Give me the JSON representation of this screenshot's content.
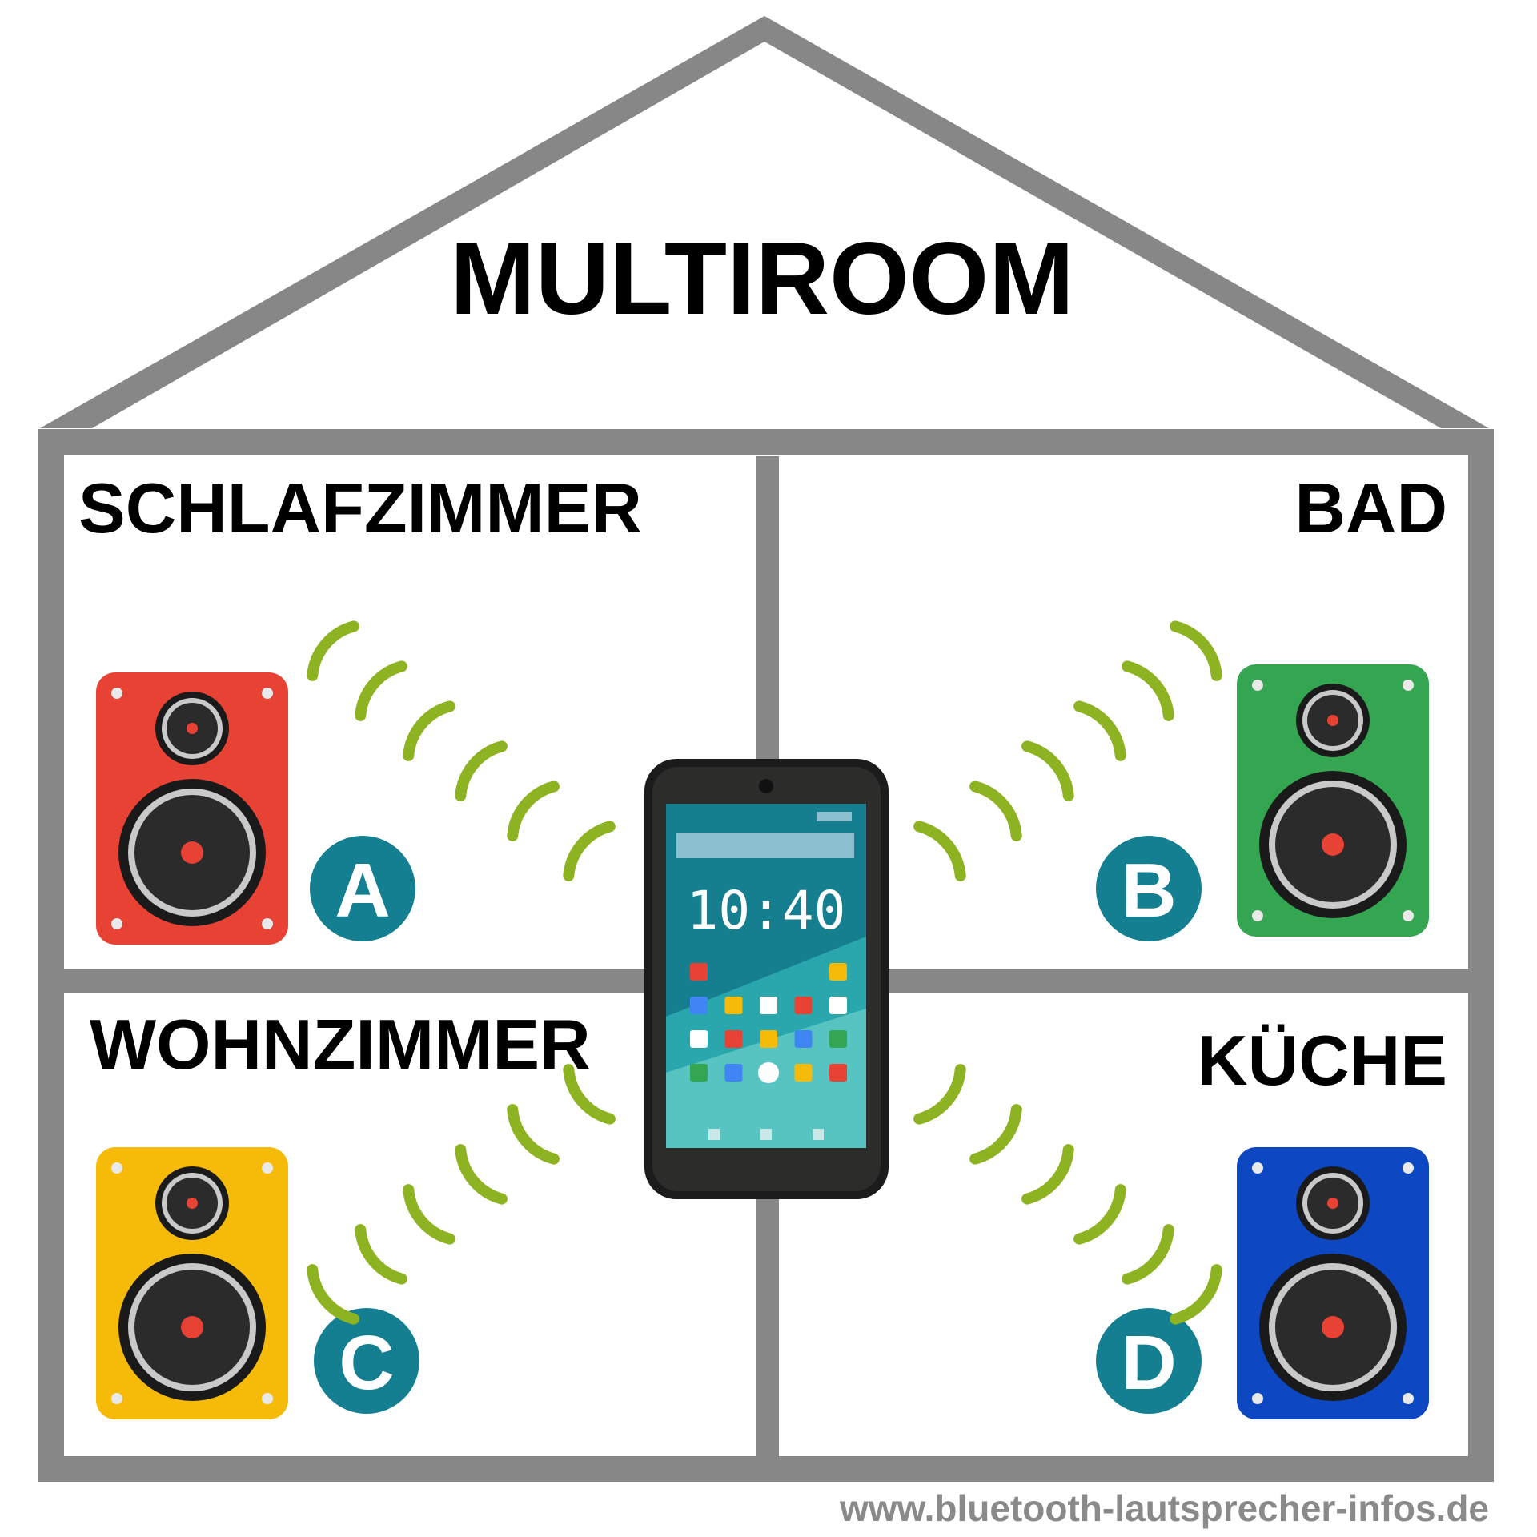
{
  "title": "MULTIROOM",
  "rooms": [
    {
      "name": "SCHLAFZIMMER",
      "speaker_color": "#e84234",
      "badge": "A"
    },
    {
      "name": "BAD",
      "speaker_color": "#34a652",
      "badge": "B"
    },
    {
      "name": "WOHNZIMMER",
      "speaker_color": "#f6bb09",
      "badge": "C"
    },
    {
      "name": "KÜCHE",
      "speaker_color": "#0d47c1",
      "badge": "D"
    }
  ],
  "phone": {
    "time": "10:40"
  },
  "website": "www.bluetooth-lautsprecher-infos.de",
  "colors": {
    "house_frame": "#878787",
    "badge": "#137f91",
    "wave": "#8db322",
    "phone_body": "#1b1b1b",
    "screen": "#157e8f"
  }
}
